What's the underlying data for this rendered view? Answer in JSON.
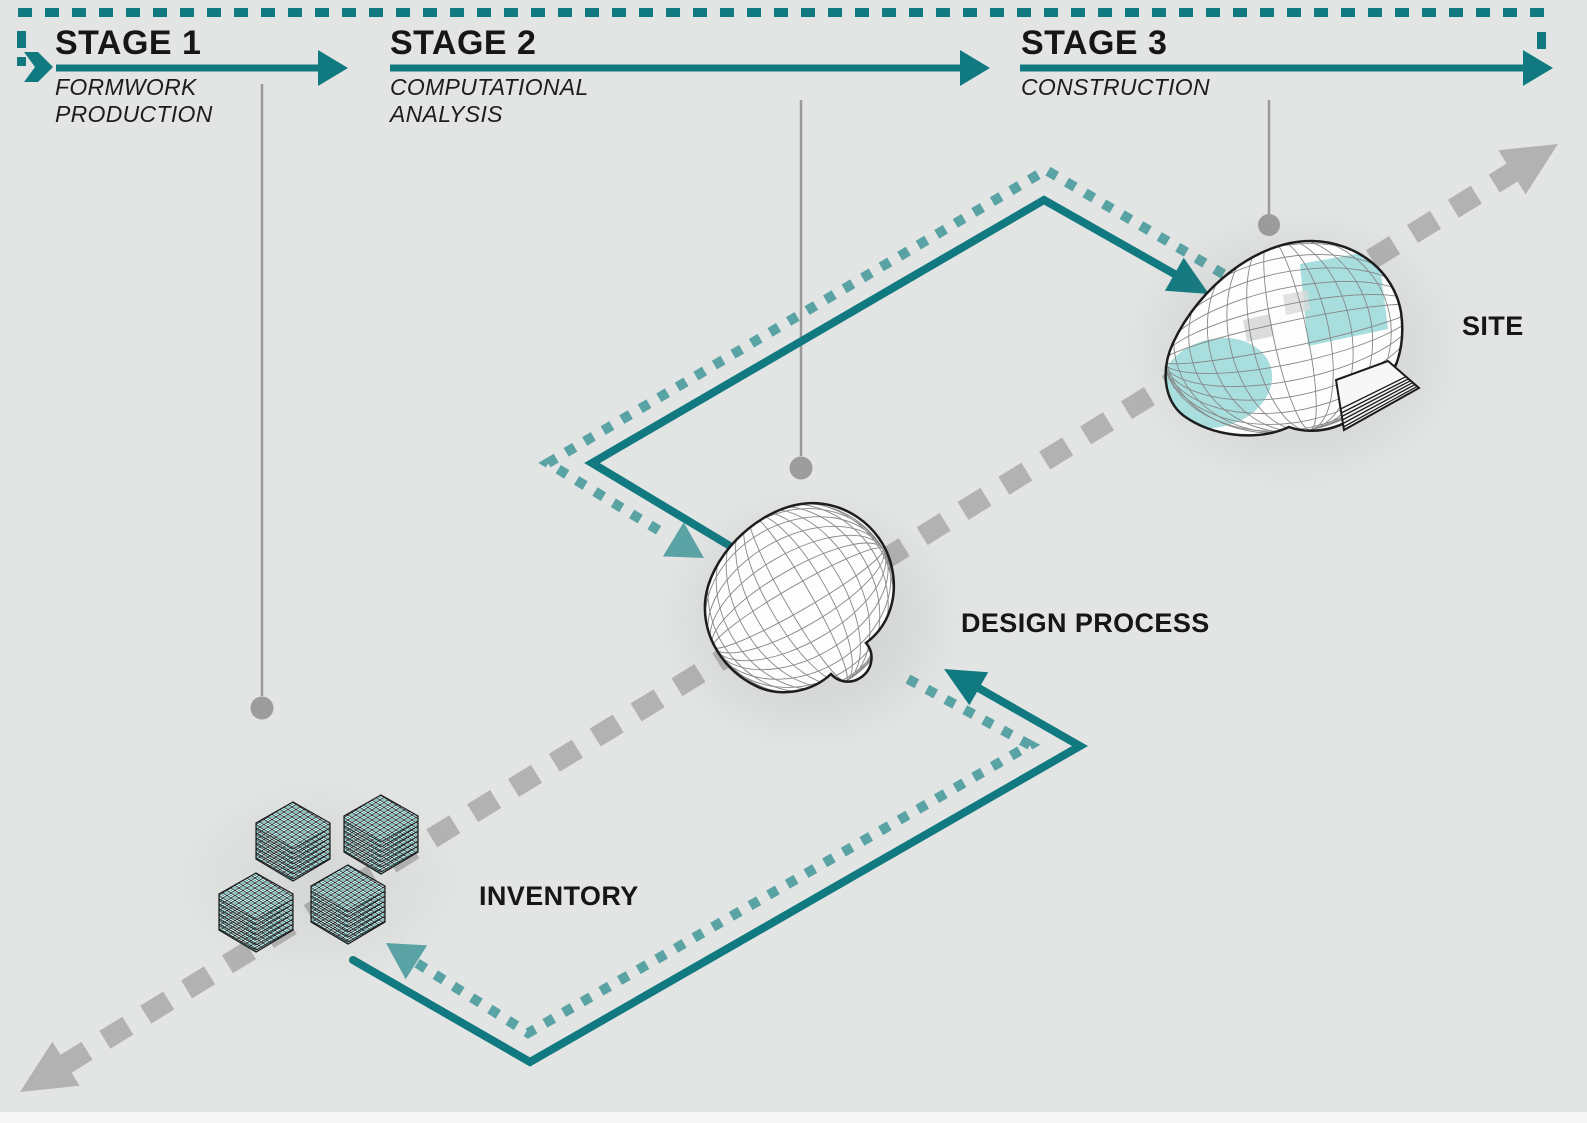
{
  "diagram": {
    "stages": [
      {
        "title": "STAGE 1",
        "subtitle": [
          "FORMWORK",
          "PRODUCTION"
        ]
      },
      {
        "title": "STAGE 2",
        "subtitle": [
          "COMPUTATIONAL",
          "ANALYSIS"
        ]
      },
      {
        "title": "STAGE 3",
        "subtitle": [
          "CONSTRUCTION"
        ]
      }
    ],
    "nodes": [
      {
        "id": "site",
        "label": "SITE"
      },
      {
        "id": "design-process",
        "label": "DESIGN PROCESS"
      },
      {
        "id": "inventory",
        "label": "INVENTORY"
      }
    ]
  },
  "colors": {
    "background": "#e3e5e4",
    "teal_solid": "#107a80",
    "teal_dotted": "#5aa3a5",
    "gray_dash": "#b1b2b1",
    "gray_dropline": "#9a9a9a",
    "text": "#161616",
    "patch_teal": "#a8dede"
  }
}
